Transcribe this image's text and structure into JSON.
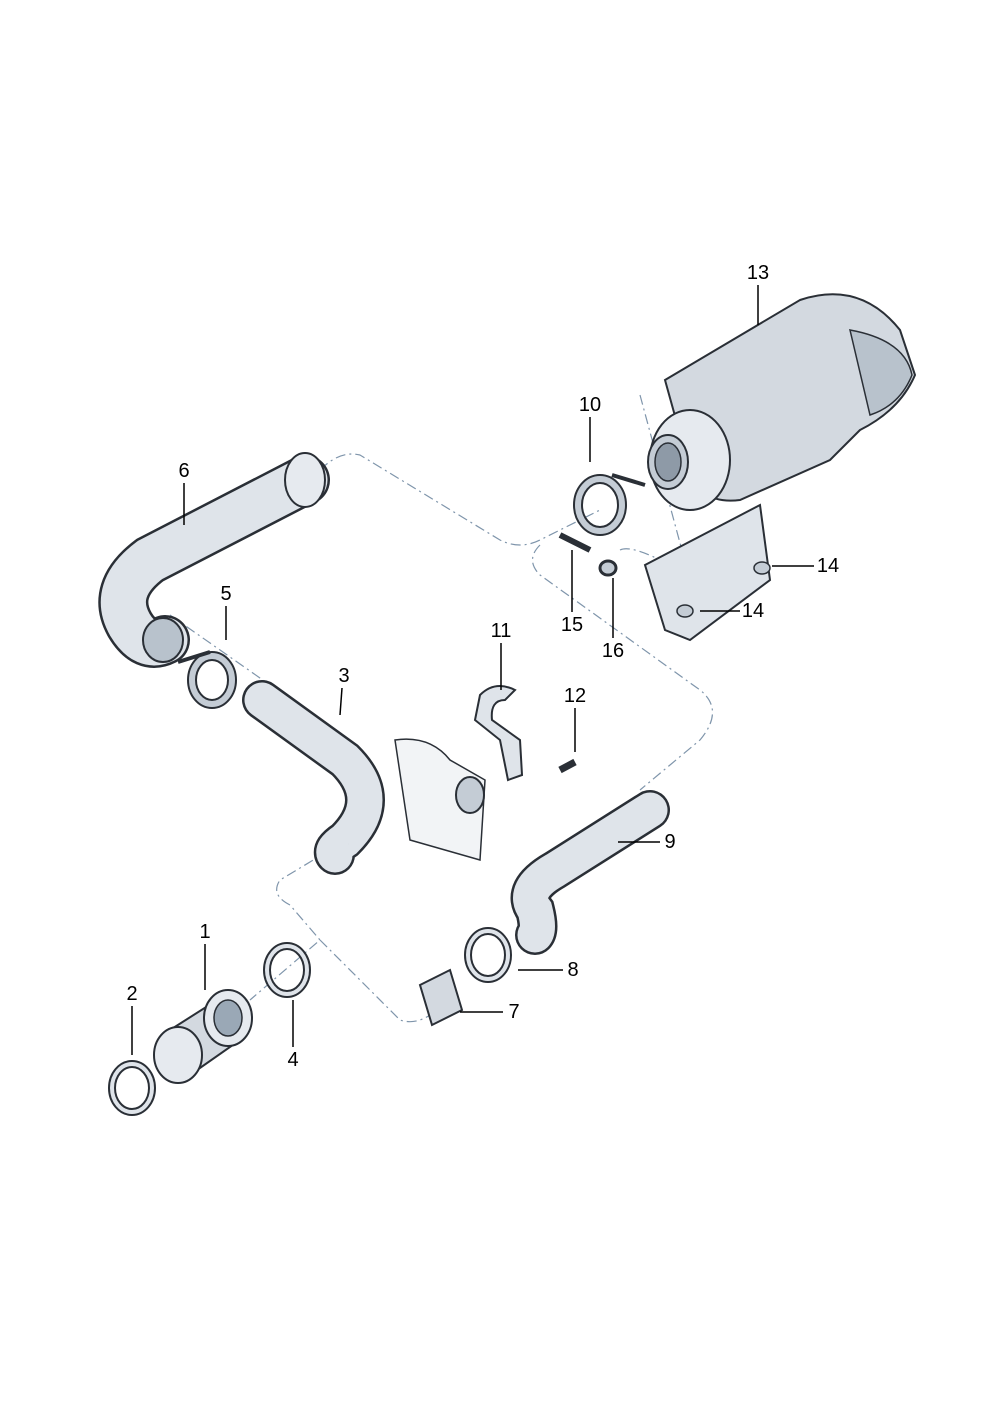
{
  "diagram": {
    "colors": {
      "part_fill": "#dfe4ea",
      "part_edge": "#2a2f36",
      "part_shade": "#9aa8b6",
      "guide_line": "#7f95ab"
    },
    "callouts": [
      {
        "id": "c13",
        "number": "13"
      },
      {
        "id": "c10",
        "number": "10"
      },
      {
        "id": "c6",
        "number": "6"
      },
      {
        "id": "c5",
        "number": "5"
      },
      {
        "id": "c3",
        "number": "3"
      },
      {
        "id": "c11",
        "number": "11"
      },
      {
        "id": "c12",
        "number": "12"
      },
      {
        "id": "c15",
        "number": "15"
      },
      {
        "id": "c16",
        "number": "16"
      },
      {
        "id": "c14a",
        "number": "14"
      },
      {
        "id": "c14b",
        "number": "14"
      },
      {
        "id": "c9",
        "number": "9"
      },
      {
        "id": "c8",
        "number": "8"
      },
      {
        "id": "c7",
        "number": "7"
      },
      {
        "id": "c1",
        "number": "1"
      },
      {
        "id": "c2",
        "number": "2"
      },
      {
        "id": "c4",
        "number": "4"
      }
    ]
  }
}
